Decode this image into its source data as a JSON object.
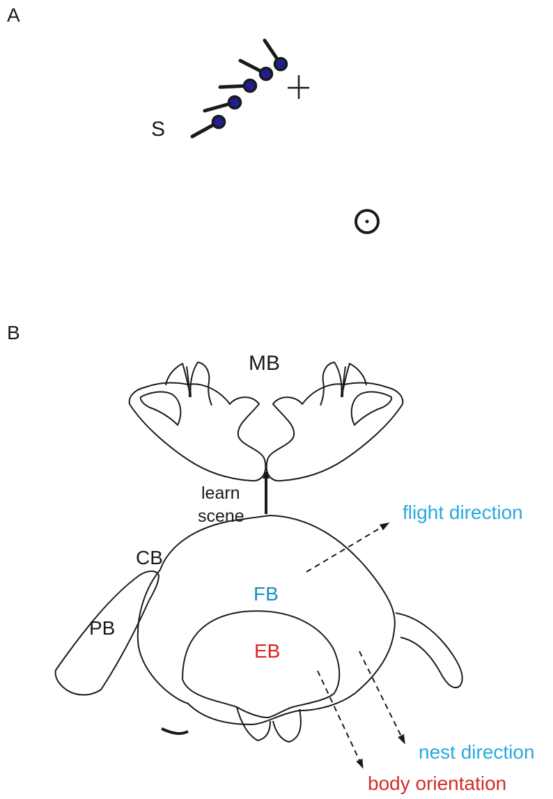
{
  "panel_a": {
    "label": "A",
    "scene_label": "S",
    "nest_marker": "+"
  },
  "panel_b": {
    "label": "B",
    "structures": {
      "mb": "MB",
      "cb": "CB",
      "pb": "PB",
      "fb": "FB",
      "eb": "EB"
    },
    "arrow_label_line1": "learn",
    "arrow_label_line2": "scene",
    "output_labels": {
      "flight_direction": "flight direction",
      "nest_direction": "nest direction",
      "body_orientation": "body orientation"
    }
  },
  "colors": {
    "ink": "#1a1a1a",
    "dot_fill": "#1f1f8f",
    "fb_text": "#1a8fc6",
    "eb_text": "#e02020",
    "flight_label": "#29a9e0",
    "nest_label": "#29a9e0",
    "body_label": "#d42a2a"
  }
}
